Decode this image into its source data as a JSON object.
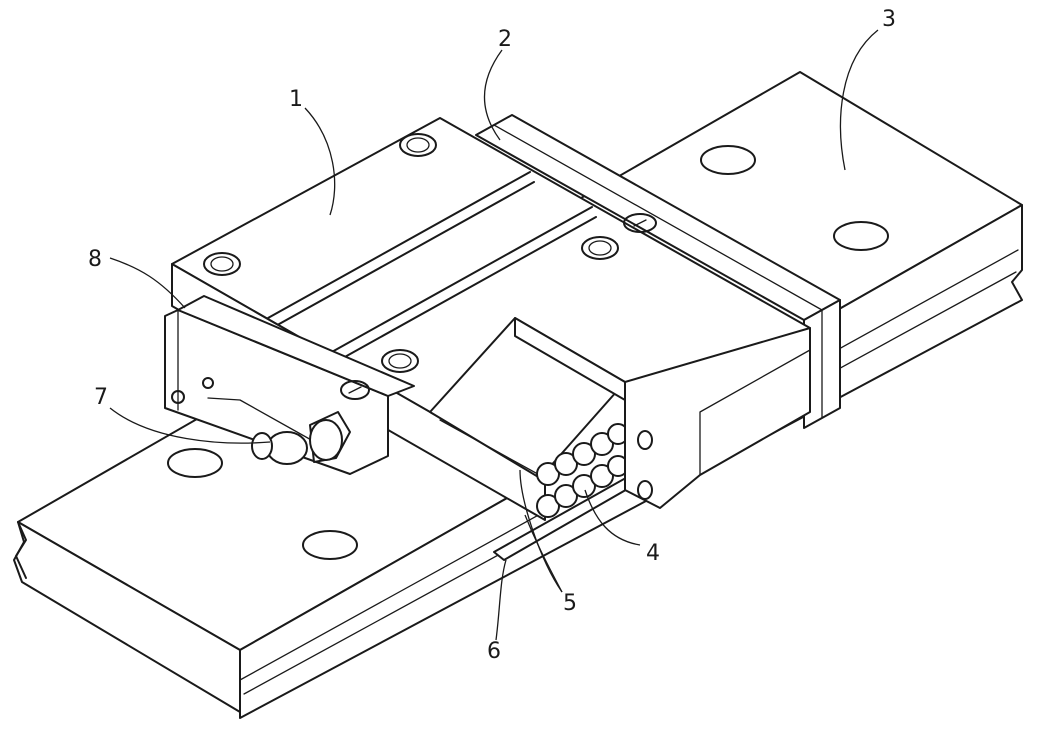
{
  "figure": {
    "labels": {
      "l1": "1",
      "l2": "2",
      "l3": "3",
      "l4": "4",
      "l5": "5",
      "l6": "6",
      "l7": "7",
      "l8": "8"
    },
    "colors": {
      "line": "#1a1a1a",
      "background": "#ffffff"
    }
  }
}
